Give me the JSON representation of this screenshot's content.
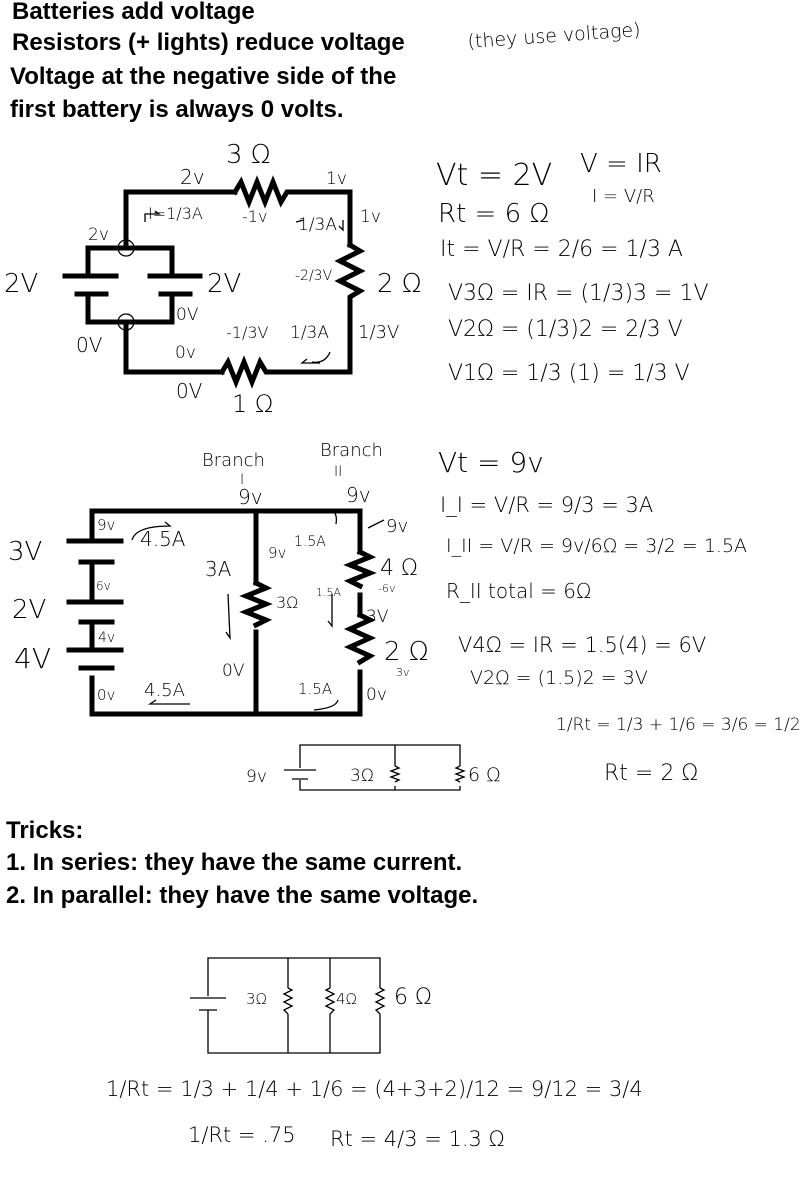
{
  "header_notes": [
    "Batteries add voltage",
    "Resistors (+ lights) reduce voltage",
    "Voltage at the negative side of the",
    "first battery is always 0 volts."
  ],
  "header_aside": "(they use voltage)",
  "circuit1": {
    "labels": [
      "3 Ω",
      "2v",
      "1v",
      "I=1/3A",
      "-1v",
      "1/3A",
      "1v",
      "2v",
      "2V",
      "2V",
      "-2/3V",
      "2 Ω",
      "0V",
      "0V",
      "0v",
      "-1/3V",
      "1/3A",
      "1/3V",
      "0V",
      "1 Ω"
    ],
    "equations": [
      "Vt = 2V",
      "V = IR",
      "I = V/R",
      "Rt = 6 Ω",
      "It = V/R = 2/6 = 1/3 A",
      "V3Ω = IR = (1/3)3 = 1V",
      "V2Ω = (1/3)2 = 2/3 V",
      "V1Ω = 1/3 (1) = 1/3 V"
    ]
  },
  "circuit2": {
    "labels": [
      "Branch",
      "I",
      "9v",
      "Branch",
      "II",
      "9v",
      "9v",
      "4.5A",
      "3V",
      "6v",
      "2V",
      "4V",
      "4v",
      "0v",
      "4.5A",
      "3A",
      "9v",
      "3Ω",
      "1.5A",
      "1.5A",
      "9v",
      "4 Ω",
      "-6v",
      "3V",
      "2 Ω",
      "3v",
      "1.5A",
      "0v",
      "0V"
    ],
    "equations": [
      "Vt = 9v",
      "I_I = V/R = 9/3 = 3A",
      "I_II = V/R = 9v/6Ω = 3/2 = 1.5A",
      "R_II total = 6Ω",
      "V4Ω = IR = 1.5(4) = 6V",
      "V2Ω = (1.5)2 = 3V",
      "1/Rt = 1/3 + 1/6 = 3/6 = 1/2",
      "Rt = 2 Ω"
    ]
  },
  "circuit3": {
    "labels": [
      "9v",
      "3Ω",
      "6 Ω"
    ]
  },
  "tricks": {
    "title": "Tricks:",
    "items": [
      "1. In series: they have the same current.",
      "2. In parallel: they have the same voltage."
    ]
  },
  "circuit4": {
    "labels": [
      "3Ω",
      "4Ω",
      "6 Ω"
    ],
    "equations": [
      "1/Rt = 1/3 + 1/4 + 1/6 = (4+3+2)/12 = 9/12 = 3/4",
      "1/Rt = .75",
      "Rt = 4/3 = 1.3 Ω"
    ]
  }
}
